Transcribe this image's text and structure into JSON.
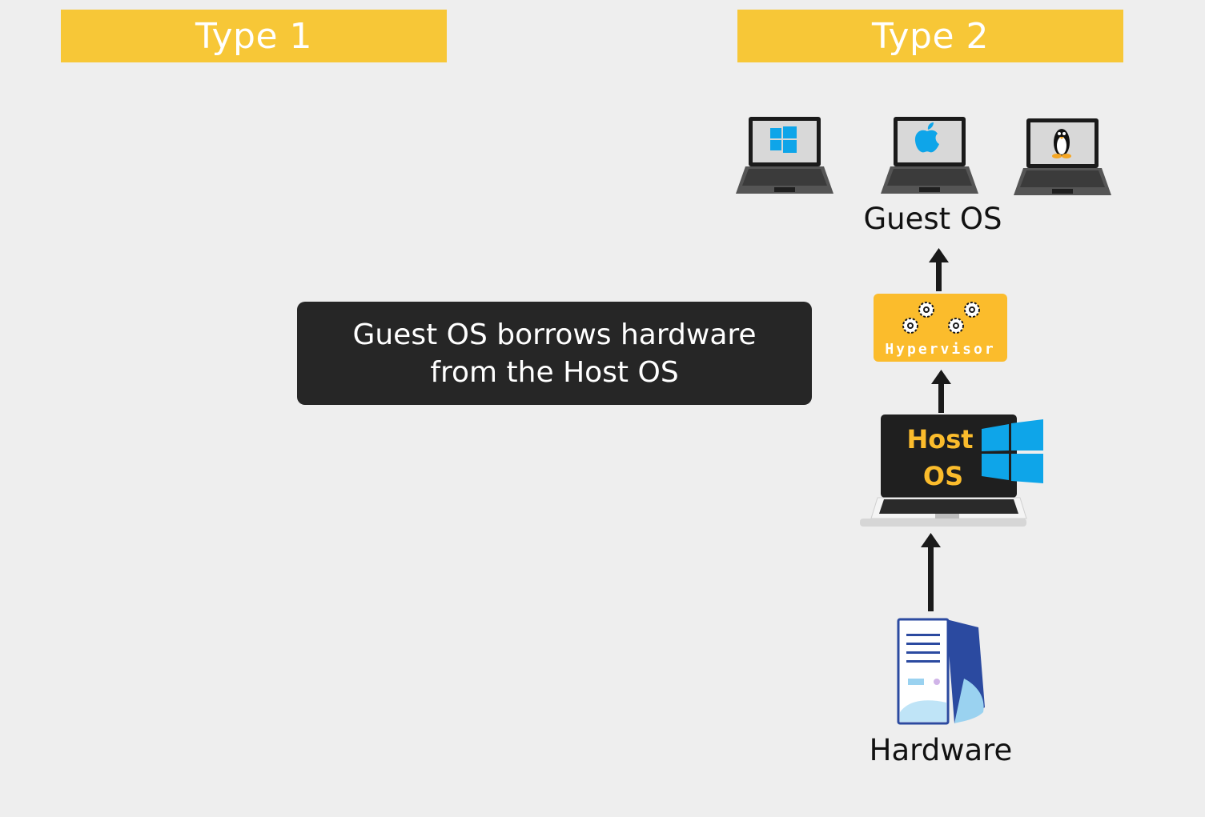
{
  "banners": {
    "type1": "Type 1",
    "type2": "Type 2"
  },
  "callout": {
    "line1": "Guest OS borrows hardware",
    "line2": "from the Host OS"
  },
  "type2": {
    "guest_os_label": "Guest OS",
    "guest_os_icons": [
      "windows-icon",
      "apple-icon",
      "linux-tux-icon"
    ],
    "hypervisor_label": "Hypervisor",
    "host_os_line1": "Host",
    "host_os_line2": "OS",
    "hardware_label": "Hardware"
  },
  "colors": {
    "banner": "#f7c737",
    "callout_bg": "#262626",
    "hypervisor": "#fbbc2c",
    "host_text": "#fbbc2c",
    "windows_blue": "#0ea5e9",
    "server_blue": "#2b4aa0"
  }
}
